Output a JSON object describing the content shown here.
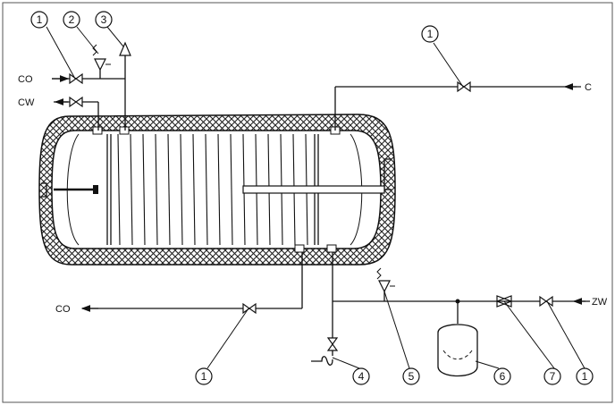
{
  "labels": {
    "co_top": "CO",
    "cw": "CW",
    "c": "C",
    "co_bottom": "CO",
    "zw": "ZW"
  },
  "markers": {
    "m1_top_left": "1",
    "m2": "2",
    "m3": "3",
    "m1_top_right": "1",
    "m1_bottom_left": "1",
    "m4": "4",
    "m5": "5",
    "m6": "6",
    "m7": "7",
    "m1_bottom_right": "1"
  }
}
